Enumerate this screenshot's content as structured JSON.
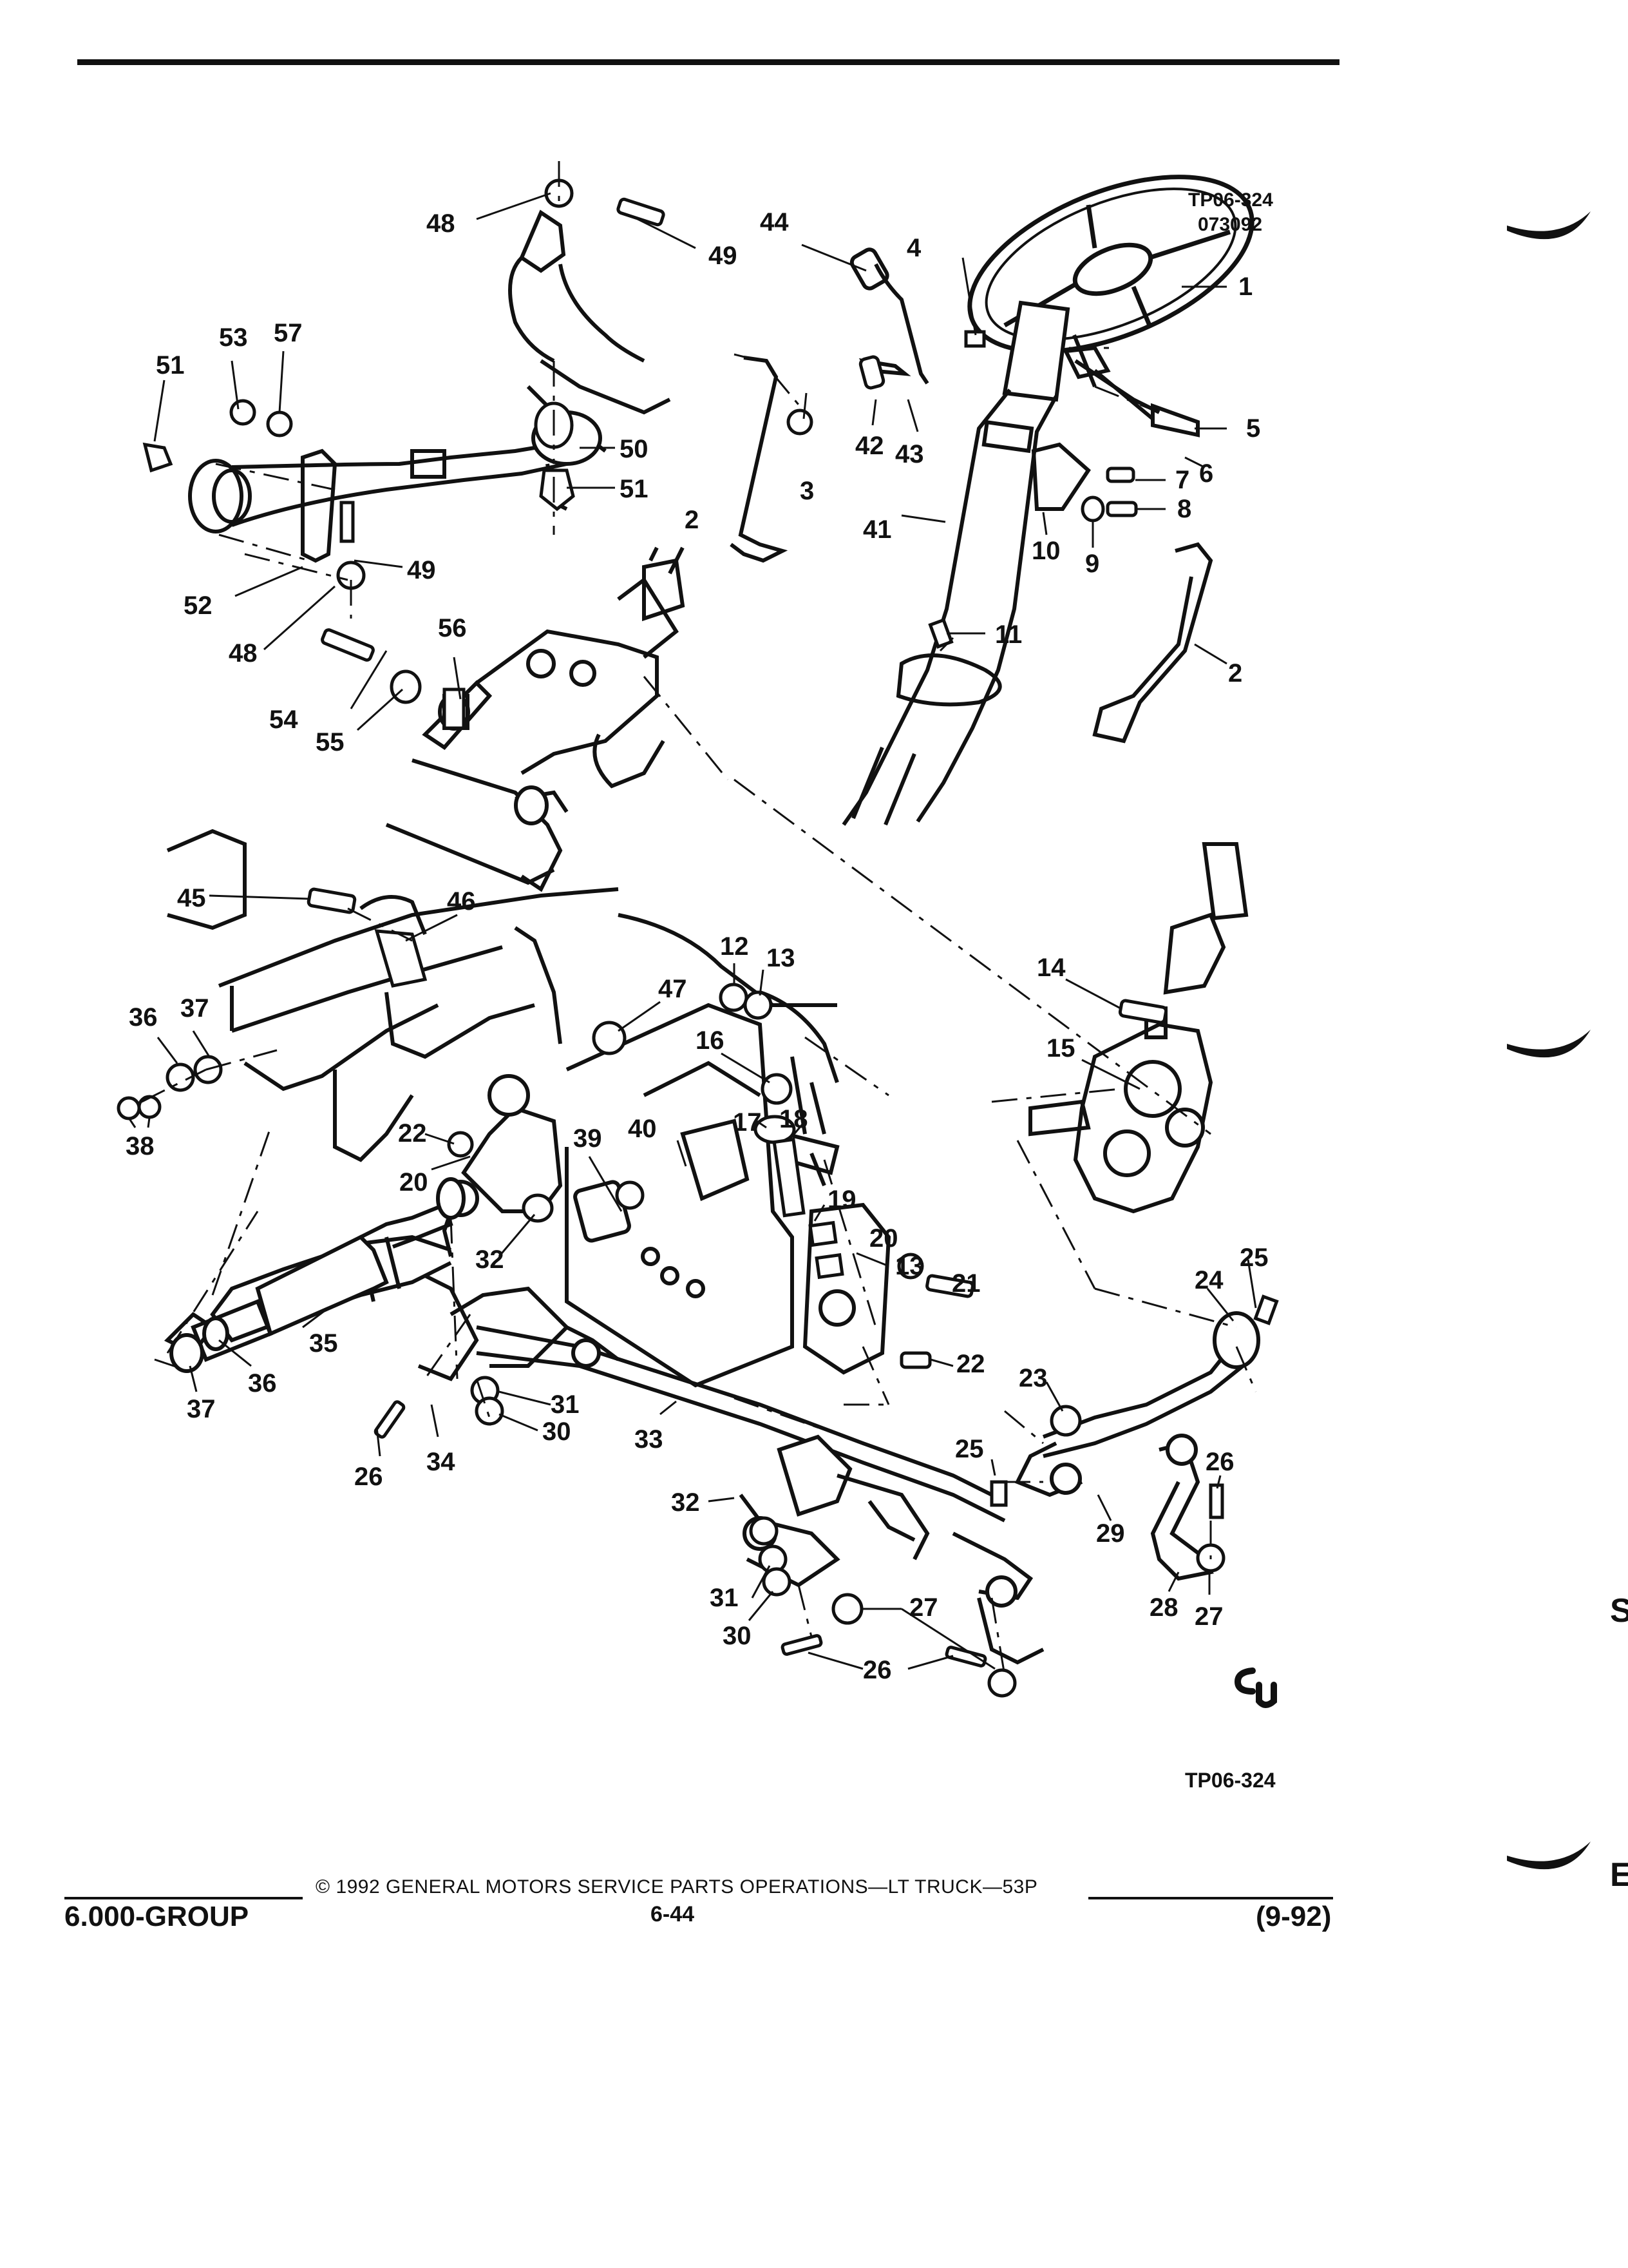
{
  "figure": {
    "code_top": "TP06-324",
    "date_code": "073092",
    "code_bottom": "TP06-324",
    "signature": "cu"
  },
  "labels": [
    "1",
    "2",
    "3",
    "4",
    "5",
    "6",
    "7",
    "8",
    "9",
    "10",
    "11",
    "2",
    "41",
    "42",
    "43",
    "44",
    "48",
    "49",
    "53",
    "57",
    "51",
    "50",
    "51",
    "52",
    "48",
    "49",
    "56",
    "54",
    "55",
    "45",
    "46",
    "12",
    "13",
    "14",
    "15",
    "47",
    "16",
    "17",
    "18",
    "36",
    "37",
    "38",
    "22",
    "20",
    "39",
    "40",
    "19",
    "20",
    "13",
    "21",
    "22",
    "32",
    "35",
    "36",
    "37",
    "25",
    "24",
    "23",
    "31",
    "30",
    "33",
    "26",
    "34",
    "32",
    "25",
    "29",
    "26",
    "28",
    "27",
    "31",
    "30",
    "27",
    "26"
  ],
  "footer": {
    "group": "6.000-GROUP",
    "copyright": "© 1992  GENERAL MOTORS SERVICE PARTS OPERATIONS—LT TRUCK—53P",
    "page": "6-44",
    "date": "(9-92)"
  },
  "margin": {
    "letter_s": "S",
    "letter_e": "E"
  },
  "colors": {
    "ink": "#111111",
    "paper": "#ffffff"
  }
}
